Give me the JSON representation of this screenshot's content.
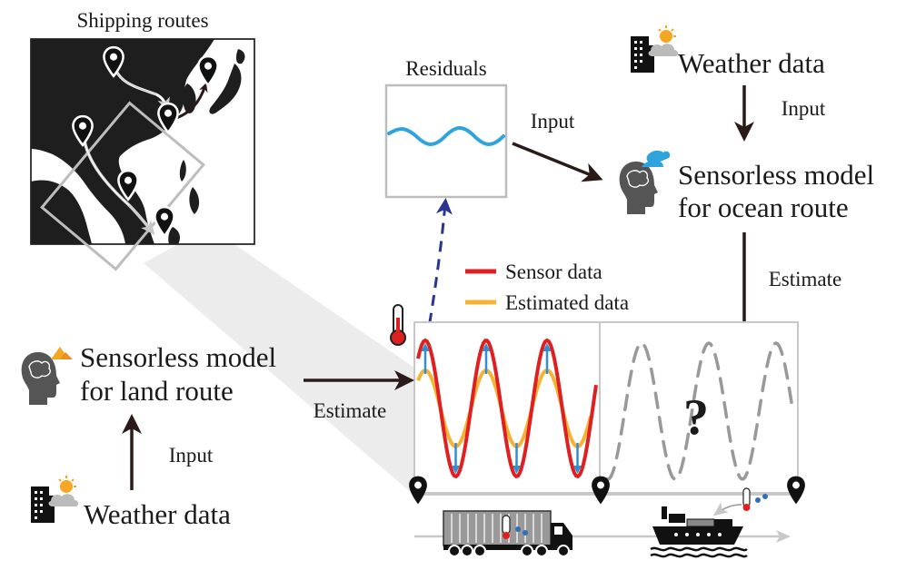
{
  "shipping_panel": {
    "title": "Shipping routes"
  },
  "residuals_panel": {
    "title": "Residuals"
  },
  "ocean_model": {
    "line1": "Sensorless model",
    "line2": "for ocean route"
  },
  "land_model": {
    "line1": "Sensorless model",
    "line2": "for land route"
  },
  "weather_top": {
    "label": "Weather data"
  },
  "weather_bottom": {
    "label": "Weather data"
  },
  "arrows": {
    "residuals_to_ocean": "Input",
    "weather_to_ocean": "Input",
    "ocean_to_chart": "Estimate",
    "land_to_chart": "Estimate",
    "weather_to_land": "Input"
  },
  "legend": {
    "sensor": "Sensor data",
    "estimated": "Estimated data"
  },
  "unknown_mark": "?",
  "colors": {
    "sensor": "#e02020",
    "estimated": "#f5b335",
    "residual": "#2ea3dc",
    "error_arrow": "#2f8fd0",
    "dashed_arrow": "#2a3590",
    "map_land": "#1e1e1e",
    "frame": "#bdbdbd",
    "dark_arrow": "#2a1a18"
  },
  "icons": {
    "residual_up": "dashed-arrow-up",
    "thermometer": "thermometer-icon",
    "pin": "location-pin-icon",
    "truck": "refrigerated-truck-icon",
    "ship": "cargo-ship-icon",
    "brain_head": "brain-head-icon",
    "weather": "city-weather-icon"
  }
}
